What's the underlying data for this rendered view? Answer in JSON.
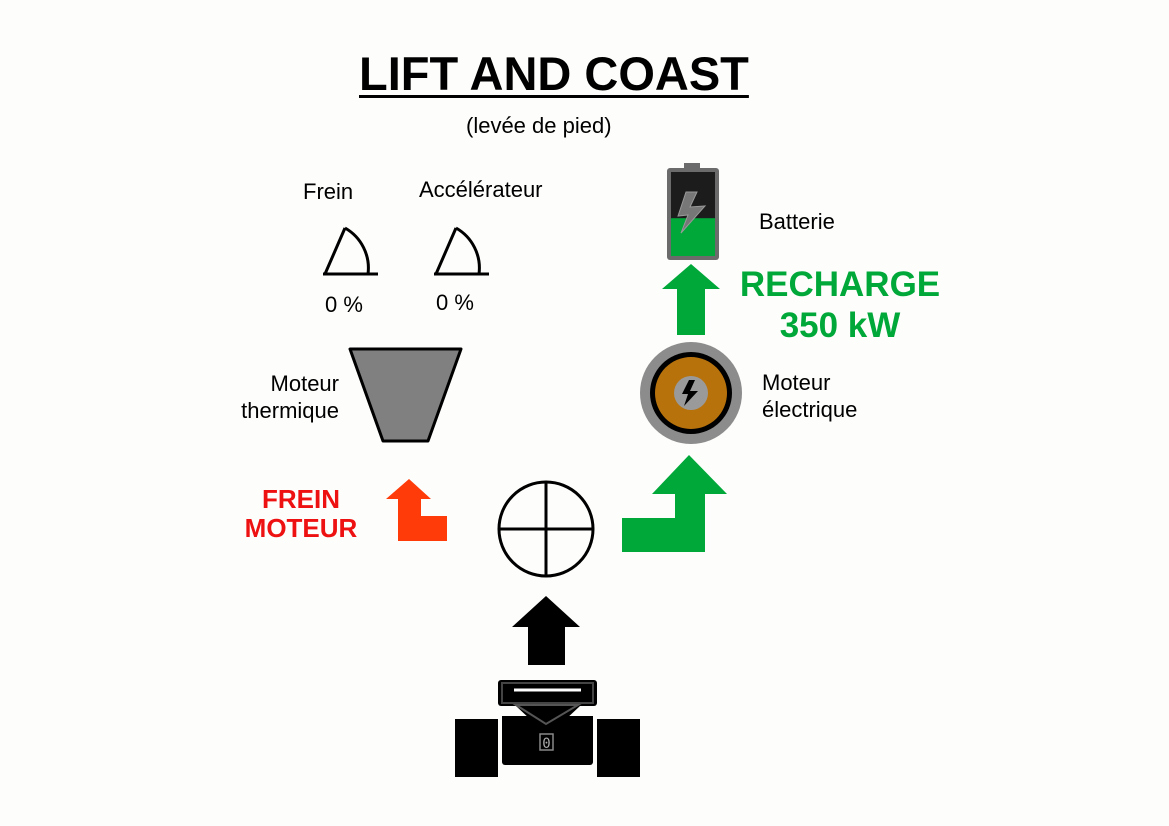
{
  "title": "LIFT AND COAST",
  "subtitle": "(levée de pied)",
  "pedals": {
    "brake": {
      "label": "Frein",
      "value": "0 %",
      "level": 0
    },
    "accelerator": {
      "label": "Accélérateur",
      "value": "0 %",
      "level": 0
    }
  },
  "engine": {
    "label_line1": "Moteur",
    "label_line2": "thermique"
  },
  "electric_motor": {
    "label_line1": "Moteur",
    "label_line2": "électrique"
  },
  "battery": {
    "label": "Batterie",
    "charge_fraction": 0.45
  },
  "recharge": {
    "line1": "RECHARGE",
    "line2": "350 kW"
  },
  "engine_brake": {
    "line1": "FREIN",
    "line2": "MOTEUR"
  },
  "gear": {
    "value": "0"
  },
  "colors": {
    "green": "#00a83a",
    "red": "#ff3b0a",
    "engine_fill": "#808080",
    "motor_copper": "#b8720c",
    "battery_green": "#00a83a"
  }
}
